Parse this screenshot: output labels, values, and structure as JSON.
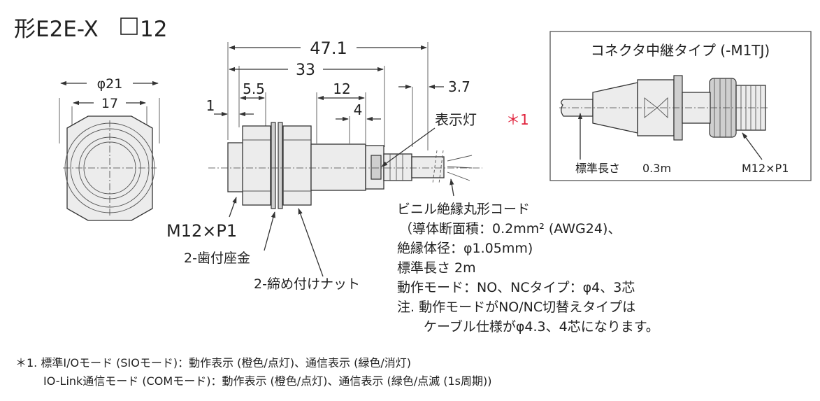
{
  "title": {
    "prefix": "形E2E-X",
    "suffix": "12"
  },
  "dimensions": {
    "total_length": "47.1",
    "body_length": "33",
    "nut_width": "5.5",
    "tip": "1",
    "rear_12": "12",
    "rear_4": "4",
    "cable_3_7": "3.7",
    "outer_dia": "φ21",
    "inner_17": "17"
  },
  "labels": {
    "indicator": "表示灯",
    "indicator_mark": "＊1",
    "thread": "M12×P1",
    "washer": "2-歯付座金",
    "nut": "2-締め付けナット"
  },
  "cable_spec": [
    "ビニル絶縁丸形コード",
    "（導体断面積：0.2mm² (AWG24)、",
    "絶縁体径：φ1.05mm)",
    "標準長さ 2m",
    "動作モード：NO、NCタイプ：φ4、3芯",
    "注. 動作モードがNO/NC切替えタイプは",
    "ケーブル仕様がφ4.3、4芯になります。"
  ],
  "connector_box": {
    "title": "コネクタ中継タイプ (-M1TJ)",
    "std_length_label": "標準長さ",
    "std_length_value": "0.3m",
    "thread": "M12×P1"
  },
  "footnotes": [
    "＊1. 標準I/Oモード (SIOモード)：動作表示 (橙色/点灯)、通信表示 (緑色/消灯)",
    "IO-Link通信モード (COMモード)：動作表示 (橙色/点灯)、通信表示 (緑色/点滅 (1s周期))"
  ]
}
